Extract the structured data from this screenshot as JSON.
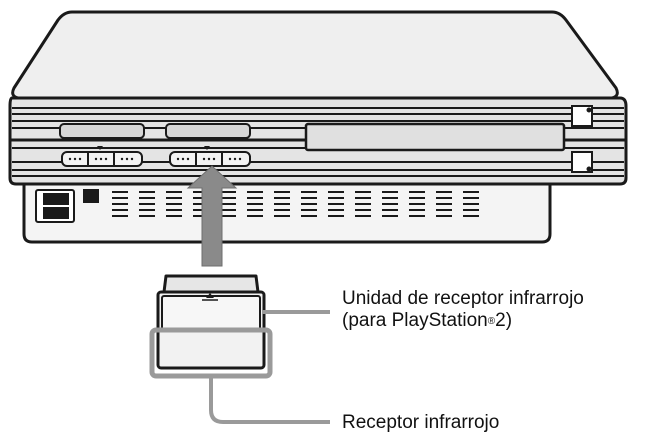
{
  "labels": {
    "unit_line1": "Unidad de receptor infrarrojo",
    "unit_line2_pre": "(para PlayStation",
    "unit_line2_reg": "®",
    "unit_line2_post": "2)",
    "receiver": "Receptor infrarrojo"
  },
  "colors": {
    "outline": "#1a1a1a",
    "body": "#e9e9e9",
    "panel": "#d8d8d8",
    "arrow": "#8a8a8a",
    "callout": "#9a9a9a"
  }
}
